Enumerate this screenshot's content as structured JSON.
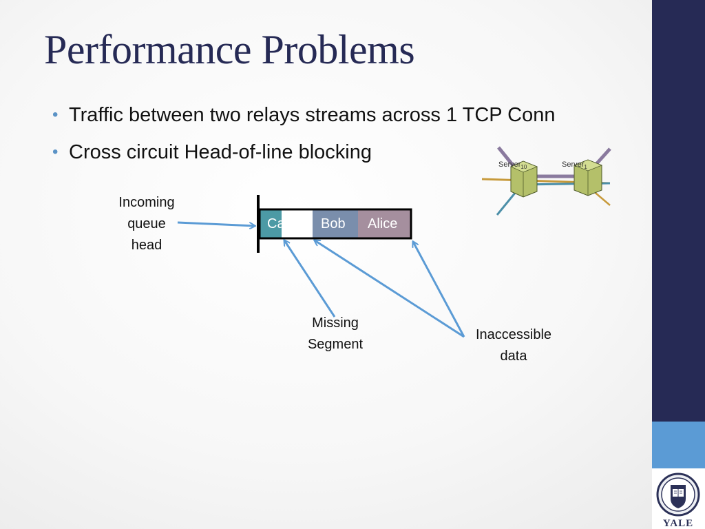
{
  "slide": {
    "title": "Performance Problems",
    "bullets": [
      "Traffic between two relays streams across 1 TCP Conn",
      "Cross circuit Head-of-line blocking"
    ]
  },
  "diagram": {
    "incoming_label": [
      "Incoming",
      "queue",
      "head"
    ],
    "queue_segments": [
      {
        "label": "Ca",
        "color": "#4c9aa5"
      },
      {
        "label": "",
        "color": "#ffffff"
      },
      {
        "label": "Bob",
        "color": "#7a8eac"
      },
      {
        "label": "Alice",
        "color": "#a58f9e"
      }
    ],
    "missing_label": [
      "Missing",
      "Segment"
    ],
    "inaccessible_label": [
      "Inaccessible",
      "data"
    ],
    "servers": [
      {
        "name": "Server",
        "subscript": "10"
      },
      {
        "name": "Server",
        "subscript": "1"
      }
    ]
  },
  "theme": {
    "title_color": "#262a55",
    "bullet_color": "#5b93c6",
    "arrow_color": "#5b9bd5",
    "band_color": "#262a55",
    "accent_color": "#5b9bd5"
  },
  "logo": {
    "text": "YALE"
  }
}
